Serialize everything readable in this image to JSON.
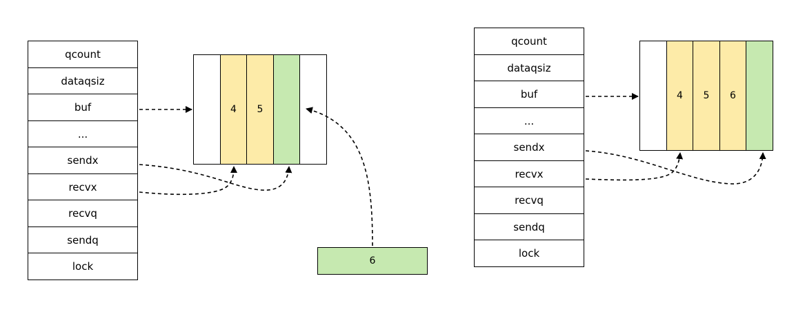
{
  "colors": {
    "empty": "#ffffff",
    "occupied": "#fdeba8",
    "new": "#c6e9b0",
    "border": "#000000"
  },
  "before": {
    "struct_fields": [
      "qcount",
      "dataqsiz",
      "buf",
      "...",
      "sendx",
      "recvx",
      "recvq",
      "sendq",
      "lock"
    ],
    "buffer": [
      {
        "value": "",
        "state": "empty"
      },
      {
        "value": "4",
        "state": "occupied"
      },
      {
        "value": "5",
        "state": "occupied"
      },
      {
        "value": "",
        "state": "new"
      },
      {
        "value": "",
        "state": "empty"
      }
    ],
    "incoming_value": "6"
  },
  "after": {
    "struct_fields": [
      "qcount",
      "dataqsiz",
      "buf",
      "...",
      "sendx",
      "recvx",
      "recvq",
      "sendq",
      "lock"
    ],
    "buffer": [
      {
        "value": "",
        "state": "empty"
      },
      {
        "value": "4",
        "state": "occupied"
      },
      {
        "value": "5",
        "state": "occupied"
      },
      {
        "value": "6",
        "state": "occupied"
      },
      {
        "value": "",
        "state": "new"
      }
    ]
  }
}
